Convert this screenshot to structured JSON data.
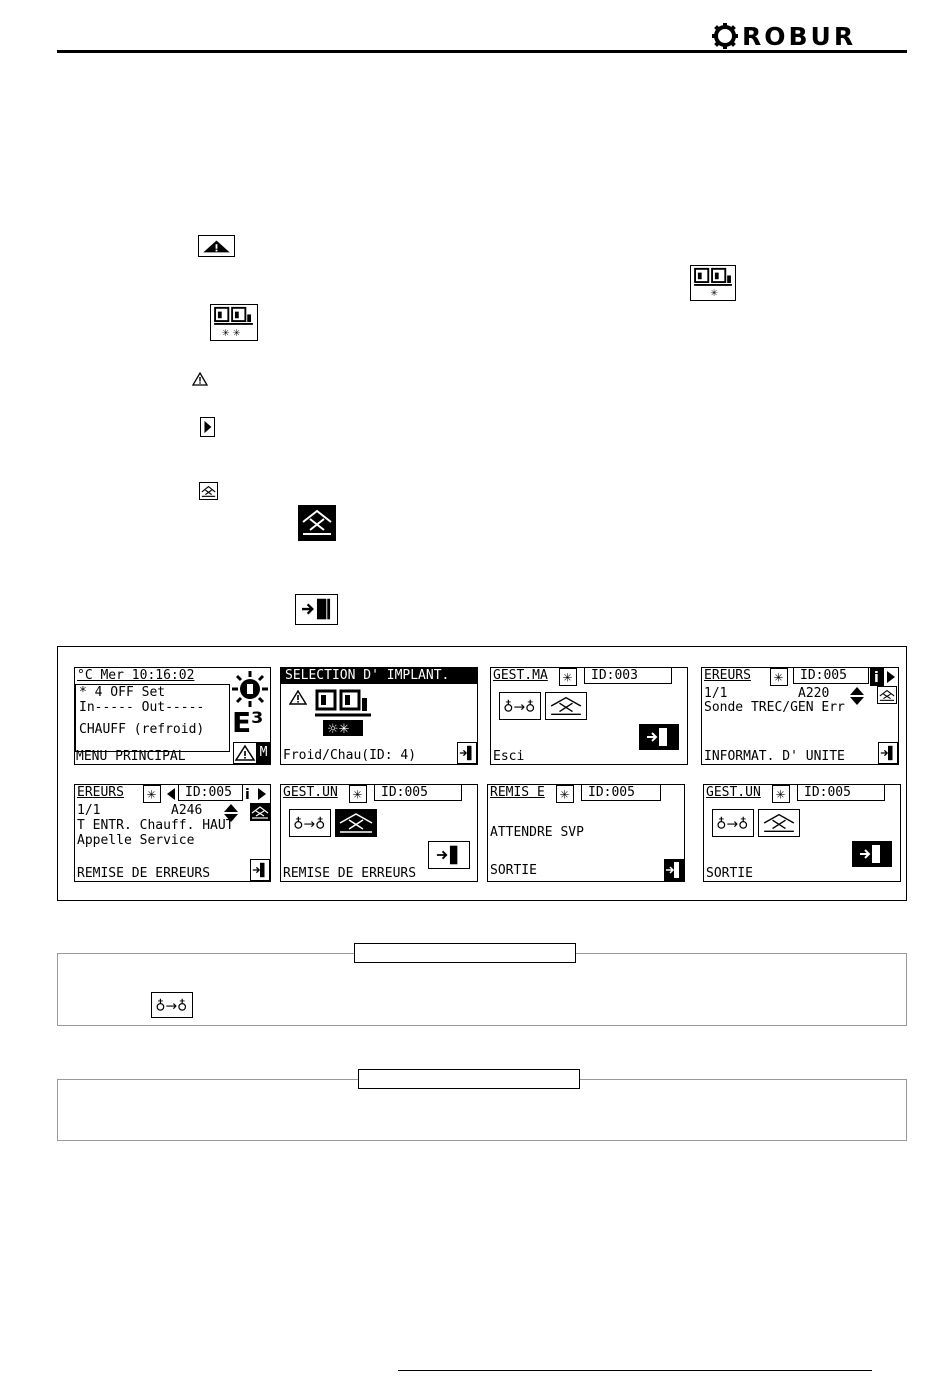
{
  "header": {
    "brand": "ROBUR"
  },
  "screens": {
    "main_menu": {
      "top": "°C Mer 10:16:02",
      "line1": "* 4 OFF Set",
      "line2": "In----- Out-----",
      "line3": "CHAUFF (refroid)",
      "footer": "MENU PRINCIPAL",
      "badge": "E³",
      "mode": "M"
    },
    "selection": {
      "title": "SELECTION D' IMPLANT.",
      "footer": "Froid/Chau(ID: 4)"
    },
    "gest_ma": {
      "title": "GEST.MA",
      "id": "ID:003",
      "footer": "Esci"
    },
    "ereurs_1": {
      "title": "EREURS",
      "id": "ID:005",
      "line1": "1/1",
      "code": "A220",
      "line2": "Sonde TREC/GEN Err",
      "footer": "INFORMAT. D' UNITE"
    },
    "ereurs_2": {
      "title": "EREURS",
      "id": "ID:005",
      "line1": "1/1",
      "code": "A246",
      "line2": "T ENTR. Chauff. HAUT",
      "line3": "Appelle Service",
      "footer": "REMISE DE ERREURS"
    },
    "gest_un_1": {
      "title": "GEST.UN",
      "id": "ID:005",
      "footer": "REMISE DE ERREURS"
    },
    "remis": {
      "title": "REMIS E",
      "id": "ID:005",
      "line1": "ATTENDRE SVP",
      "footer": "SORTIE"
    },
    "gest_un_2": {
      "title": "GEST.UN",
      "id": "ID:005",
      "footer": "SORTIE"
    }
  },
  "icons": {
    "warning_panel": "warning-triangle-icon",
    "plant_single": "plant-selection-icon",
    "plant_double": "plant-selection-icon",
    "warning_small": "warning-triangle-icon",
    "arrow_right": "arrow-right-icon",
    "reset_small": "reset-errors-icon",
    "reset_large": "reset-errors-icon",
    "exit": "exit-door-icon",
    "gas_valve": "unit-reset-icon"
  }
}
